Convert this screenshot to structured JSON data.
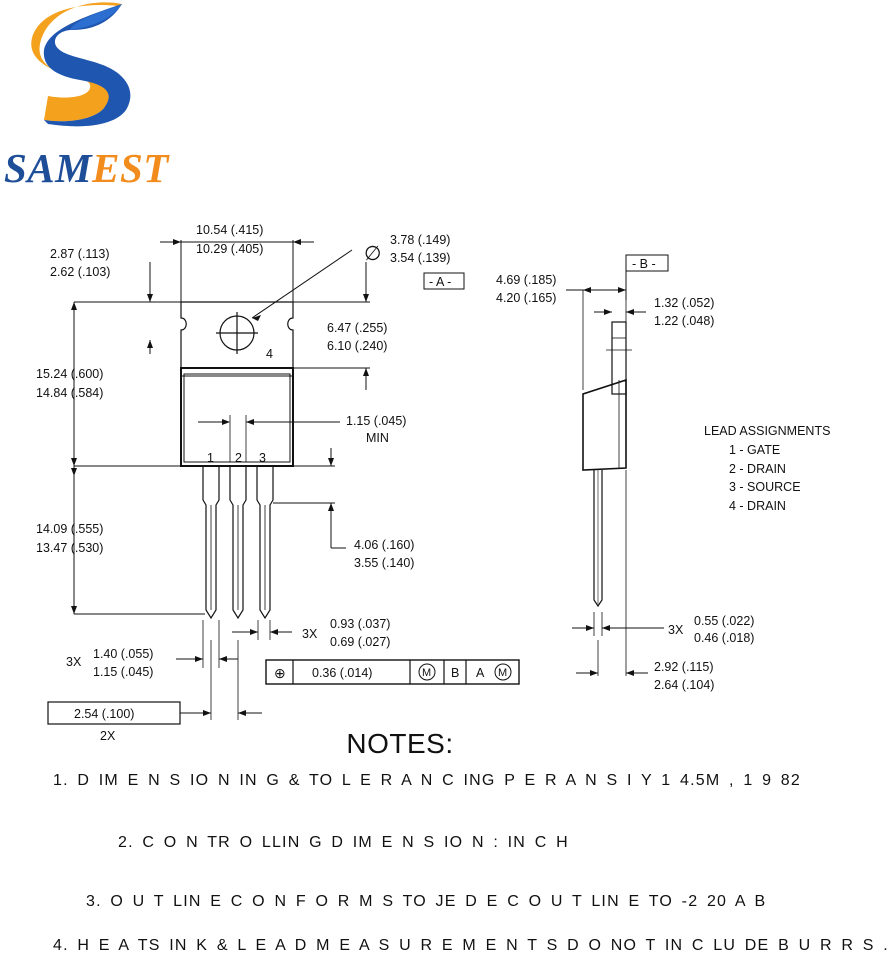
{
  "brand": {
    "name_part1": "SAM",
    "name_part2": "EST",
    "color_primary": "#1f4e98",
    "color_accent": "#f28c1c"
  },
  "dimensions": {
    "tab_thickness": [
      "2.87 (.113)",
      "2.62 (.103)"
    ],
    "body_width": [
      "10.54 (.415)",
      "10.29 (.405)"
    ],
    "hole_diameter_symbol": "∅",
    "hole_diameter": [
      "3.78 (.149)",
      "3.54 (.139)"
    ],
    "datum_a": "- A -",
    "datum_b": "- B -",
    "hole_to_tab_top": [
      "6.47 (.255)",
      "6.10 (.240)"
    ],
    "body_height": [
      "15.24 (.600)",
      "14.84 (.584)"
    ],
    "lead_shoulder": [
      "1.15 (.045)",
      "MIN"
    ],
    "lead_length": [
      "14.09 (.555)",
      "13.47 (.530)"
    ],
    "lead_shoulder_length": [
      "4.06 (.160)",
      "3.55 (.140)"
    ],
    "lead_thickness_front": [
      "0.93 (.037)",
      "0.69 (.027)"
    ],
    "lead_shoulder_width": [
      "1.40 (.055)",
      "1.15 (.045)"
    ],
    "lead_pitch": "2.54 (.100)",
    "lead_pitch_count": "2X",
    "count_3x": "3X",
    "side_depth": [
      "4.69 (.185)",
      "4.20 (.165)"
    ],
    "side_tab_thickness": [
      "1.32 (.052)",
      "1.22 (.048)"
    ],
    "side_lead_thickness": [
      "0.55 (.022)",
      "0.46 (.018)"
    ],
    "side_lead_offset": [
      "2.92 (.115)",
      "2.64 (.104)"
    ],
    "pin_numbers": [
      "1",
      "2",
      "3",
      "4"
    ]
  },
  "tolerance_frame": {
    "symbol": "⊕",
    "value": "0.36 (.014)",
    "m1": "M",
    "b": "B",
    "a": "A",
    "m2": "M"
  },
  "lead_assignments": {
    "title": "LEAD ASSIGNMENTS",
    "items": [
      "1 - GATE",
      "2 - DRAIN",
      "3 - SOURCE",
      "4 - DRAIN"
    ]
  },
  "notes": {
    "title": "NOTES:",
    "items": [
      "1. D IM E N S IO N IN G & TO L E R A N C ING P E R A N S I Y 1 4.5M , 1 9 82",
      "2. C O N TR O LLIN G D IM E N S IO N : IN C H",
      "3. O U T LIN E C O N F O R M S TO JE D E C O U T LIN E TO -2 20 A B",
      "4. H E A TS IN K & L E A D M E A S U R E M E N T S D O NO T IN C LU DE B U R R S ."
    ]
  }
}
